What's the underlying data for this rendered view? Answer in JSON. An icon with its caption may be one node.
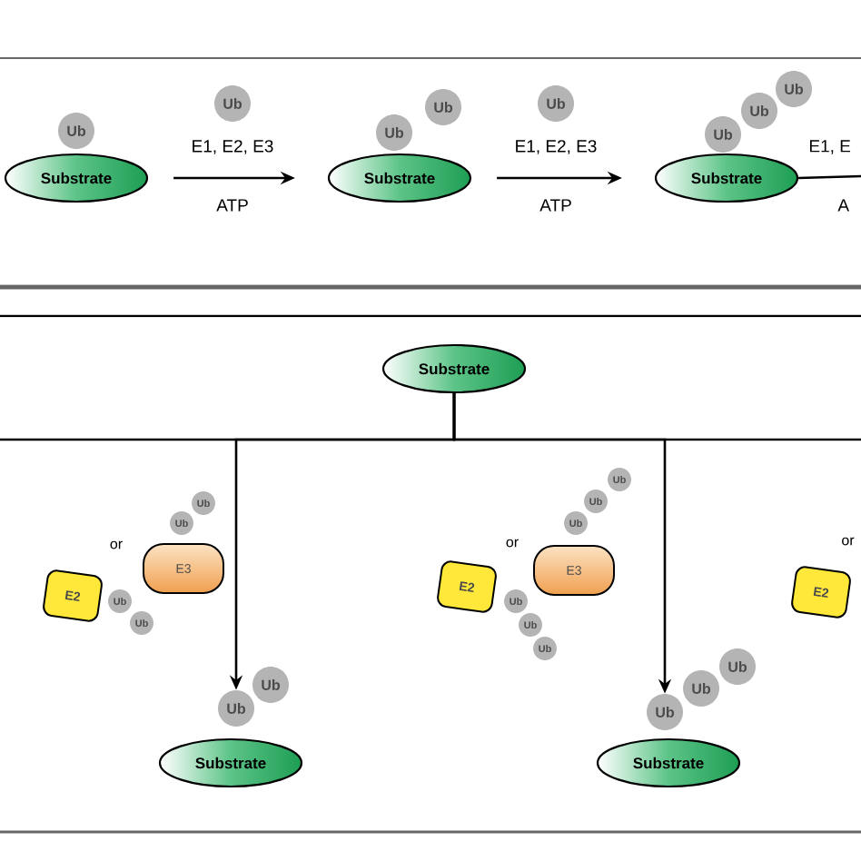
{
  "diagram": {
    "nodes": [
      {
        "text": [
          "Substrate"
        ]
      },
      {
        "text": [
          "Ub"
        ]
      },
      {
        "text": [
          "Ub"
        ]
      },
      {
        "text": [
          "Substrate"
        ]
      },
      {
        "text": [
          "Ub"
        ]
      },
      {
        "text": [
          "Ub"
        ]
      },
      {
        "text": [
          "Ub"
        ]
      },
      {
        "text": [
          "Substrate"
        ]
      },
      {
        "text": [
          "Ub"
        ]
      },
      {
        "text": [
          "Ub"
        ]
      },
      {
        "text": [
          "Ub"
        ]
      },
      {
        "text": [
          "Substrate"
        ]
      },
      {
        "text": [
          "Ub"
        ]
      },
      {
        "text": [
          "Ub"
        ]
      },
      {
        "text": [
          "E3"
        ]
      },
      {
        "text": [
          "E2"
        ]
      },
      {
        "text": [
          "Ub"
        ]
      },
      {
        "text": [
          "Ub"
        ]
      },
      {
        "text": [
          "Ub"
        ]
      },
      {
        "text": [
          "Ub"
        ]
      },
      {
        "text": [
          "Substrate"
        ]
      },
      {
        "text": [
          "Ub"
        ]
      },
      {
        "text": [
          "Ub"
        ]
      },
      {
        "text": [
          "Ub"
        ]
      },
      {
        "text": [
          "E3"
        ]
      },
      {
        "text": [
          "E2"
        ]
      },
      {
        "text": [
          "Ub"
        ]
      },
      {
        "text": [
          "Ub"
        ]
      },
      {
        "text": [
          "Ub"
        ]
      },
      {
        "text": [
          "Ub"
        ]
      },
      {
        "text": [
          "Ub"
        ]
      },
      {
        "text": [
          "Ub"
        ]
      },
      {
        "text": [
          "Substrate"
        ]
      },
      {
        "text": [
          "E2"
        ]
      }
    ],
    "edges": [
      {
        "from": 0,
        "to": 3,
        "arrow": "to",
        "label": "E1, E2, E3"
      },
      {
        "from": 3,
        "to": 7,
        "arrow": "to",
        "label": "E1, E2, E3"
      },
      {
        "from": 7,
        "to": null,
        "arrow": "none",
        "label": "E1, E"
      },
      {
        "from": 11,
        "to": 19,
        "arrow": "to"
      },
      {
        "from": 11,
        "to": 31,
        "arrow": "to"
      },
      {
        "from": 11,
        "to": null,
        "arrow": "none"
      },
      {
        "from": 11,
        "to": null,
        "arrow": "none"
      }
    ],
    "labels": [
      "ATP",
      "ATP",
      "A",
      "or",
      "or",
      "or"
    ]
  }
}
